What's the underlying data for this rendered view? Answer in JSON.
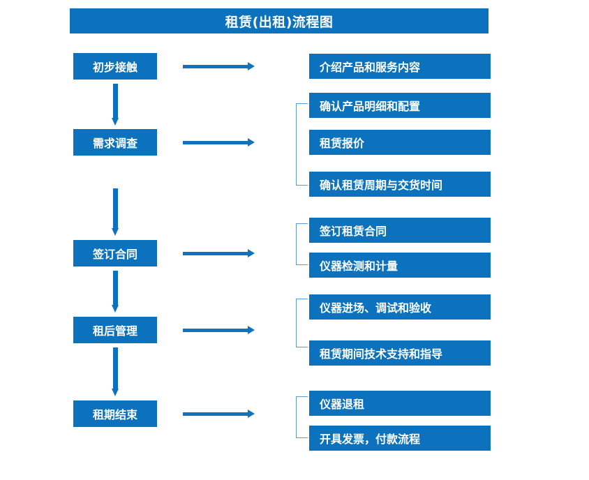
{
  "title": "租赁(出租)流程图",
  "colors": {
    "primary": "#0C72BE",
    "arrow": "#1272BC",
    "bracket": "#5B9BD5",
    "text_on_primary": "#FFFFFF",
    "background": "#FFFFFF"
  },
  "stages": [
    {
      "label": "初步接触"
    },
    {
      "label": "需求调查"
    },
    {
      "label": "签订合同"
    },
    {
      "label": "租后管理"
    },
    {
      "label": "租期结束"
    }
  ],
  "details": [
    {
      "label": "介绍产品和服务内容"
    },
    {
      "label": "确认产品明细和配置"
    },
    {
      "label": "租赁报价"
    },
    {
      "label": "确认租赁周期与交货时间"
    },
    {
      "label": "签订租赁合同"
    },
    {
      "label": "仪器检测和计量"
    },
    {
      "label": "仪器进场、调试和验收"
    },
    {
      "label": "租赁期间技术支持和指导"
    },
    {
      "label": "仪器退租"
    },
    {
      "label": "开具发票，付款流程"
    }
  ]
}
